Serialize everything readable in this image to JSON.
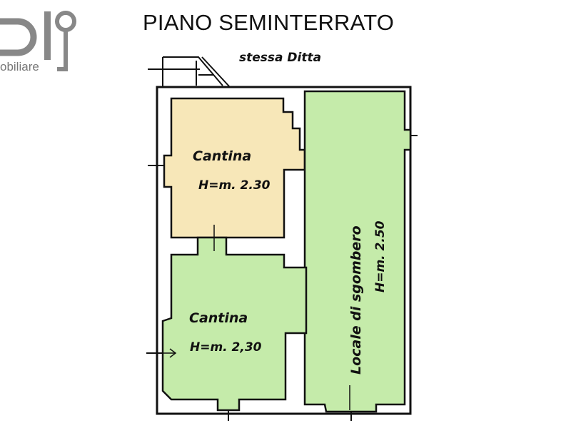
{
  "logo": {
    "text": "obiliare"
  },
  "title": "PIANO SEMINTERRATO",
  "plan": {
    "neighbor_label": "stessa Ditta",
    "rooms": [
      {
        "name": "Cantina",
        "height": "H=m. 2.30",
        "color": "#f7e7b8"
      },
      {
        "name": "Cantina",
        "height": "H=m. 2,30",
        "color": "#c5ebaa"
      },
      {
        "name": "Locale di sgombero",
        "height": "H=m. 2.50",
        "color": "#c5ebaa"
      }
    ]
  }
}
